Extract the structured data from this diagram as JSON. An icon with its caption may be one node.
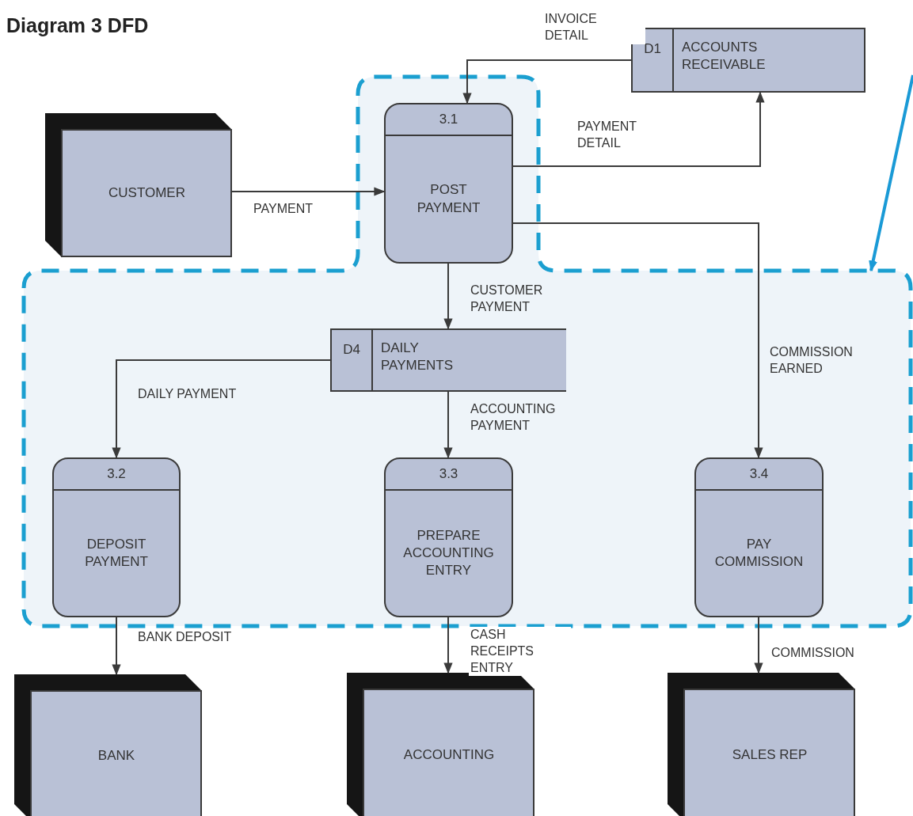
{
  "diagram": {
    "title": "Diagram 3 DFD",
    "nodes": [
      {
        "text": [
          "D1",
          "ACCOUNTS RECEIVABLE"
        ]
      },
      {
        "text": [],
        "shape": "box"
      },
      {
        "text": [
          "3.1",
          "POST PAYMENT"
        ],
        "in": 1
      },
      {
        "text": [
          "CUSTOMER"
        ]
      },
      {
        "text": [
          "D4",
          "DAILY PAYMENTS"
        ],
        "in": 1
      },
      {
        "text": [
          "3.2",
          "DEPOSIT PAYMENT"
        ],
        "in": 1
      },
      {
        "text": [
          "3.3",
          "PREPARE ACCOUNTING ENTRY"
        ],
        "in": 1
      },
      {
        "text": [
          "3.4",
          "PAY COMMISSION"
        ],
        "in": 1
      },
      {
        "text": [
          "BANK"
        ]
      },
      {
        "text": [
          "ACCOUNTING"
        ]
      },
      {
        "text": [
          "SALES REP"
        ]
      }
    ],
    "edges": [
      {
        "from": 3,
        "to": 2,
        "arrow": "to",
        "label": "PAYMENT"
      },
      {
        "from": 0,
        "to": 2,
        "arrow": "to",
        "label": "INVOICE DETAIL"
      },
      {
        "from": 2,
        "to": 0,
        "arrow": "to",
        "label": "PAYMENT DETAIL"
      },
      {
        "from": 2,
        "to": 7,
        "arrow": "to",
        "label": "COMMISSION EARNED"
      },
      {
        "from": 2,
        "to": 4,
        "arrow": "to",
        "label": "CUSTOMER PAYMENT"
      },
      {
        "from": 4,
        "to": 5,
        "arrow": "to",
        "label": "DAILY PAYMENT"
      },
      {
        "from": 4,
        "to": 6,
        "arrow": "to",
        "label": "ACCOUNTING PAYMENT"
      },
      {
        "from": 5,
        "to": 8,
        "arrow": "to",
        "label": "BANK DEPOSIT"
      },
      {
        "from": 6,
        "to": 9,
        "arrow": "to",
        "label": "CASH RECEIPTS ENTRY"
      },
      {
        "from": 7,
        "to": 10,
        "arrow": "to",
        "label": "COMMISSION"
      },
      {
        "from": null,
        "to": 1,
        "arrow": "to",
        "style": "thick",
        "color": "#1a9ad6"
      }
    ]
  }
}
